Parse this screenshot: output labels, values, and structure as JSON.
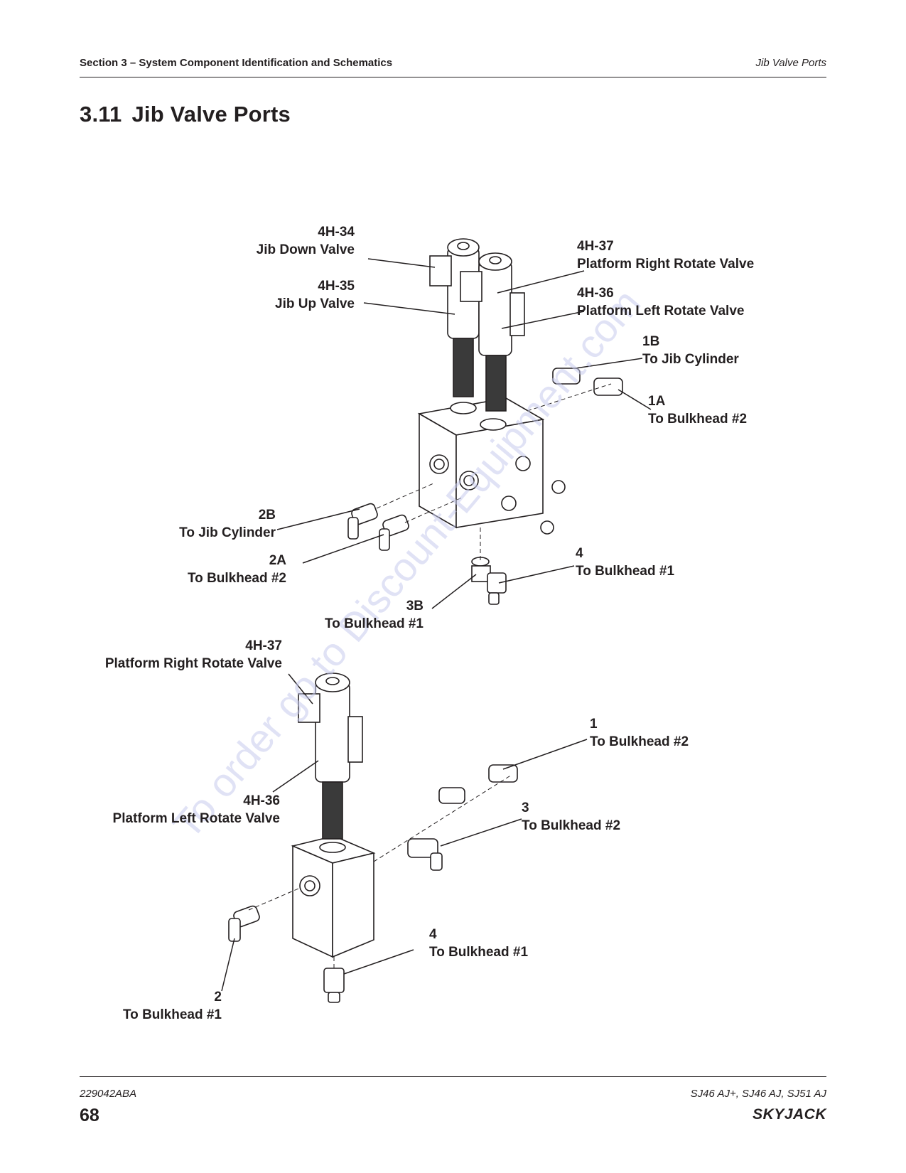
{
  "header": {
    "section": "Section 3 – System Component Identification and Schematics",
    "topic": "Jib Valve Ports"
  },
  "title": {
    "number": "3.11",
    "text": "Jib Valve Ports"
  },
  "upper_diagram": {
    "labels": [
      {
        "code": "4H-34",
        "text": "Jib Down Valve"
      },
      {
        "code": "4H-35",
        "text": "Jib Up Valve"
      },
      {
        "code": "4H-37",
        "text": "Platform Right Rotate Valve"
      },
      {
        "code": "4H-36",
        "text": "Platform Left Rotate Valve"
      },
      {
        "code": "1B",
        "text": "To Jib Cylinder"
      },
      {
        "code": "1A",
        "text": "To Bulkhead #2"
      },
      {
        "code": "2B",
        "text": "To Jib Cylinder"
      },
      {
        "code": "2A",
        "text": "To Bulkhead #2"
      },
      {
        "code": "4",
        "text": "To Bulkhead #1"
      },
      {
        "code": "3B",
        "text": "To Bulkhead #1"
      }
    ]
  },
  "lower_diagram": {
    "labels": [
      {
        "code": "4H-37",
        "text": "Platform Right Rotate Valve"
      },
      {
        "code": "4H-36",
        "text": "Platform Left Rotate Valve"
      },
      {
        "code": "1",
        "text": "To Bulkhead #2"
      },
      {
        "code": "3",
        "text": "To Bulkhead #2"
      },
      {
        "code": "4",
        "text": "To Bulkhead #1"
      },
      {
        "code": "2",
        "text": "To Bulkhead #1"
      }
    ]
  },
  "watermark": "To order go to Discount-Equipment.com",
  "footer": {
    "doc_number": "229042ABA",
    "models": "SJ46 AJ+, SJ46 AJ, SJ51 AJ",
    "page": "68",
    "brand": "SKYJACK"
  }
}
